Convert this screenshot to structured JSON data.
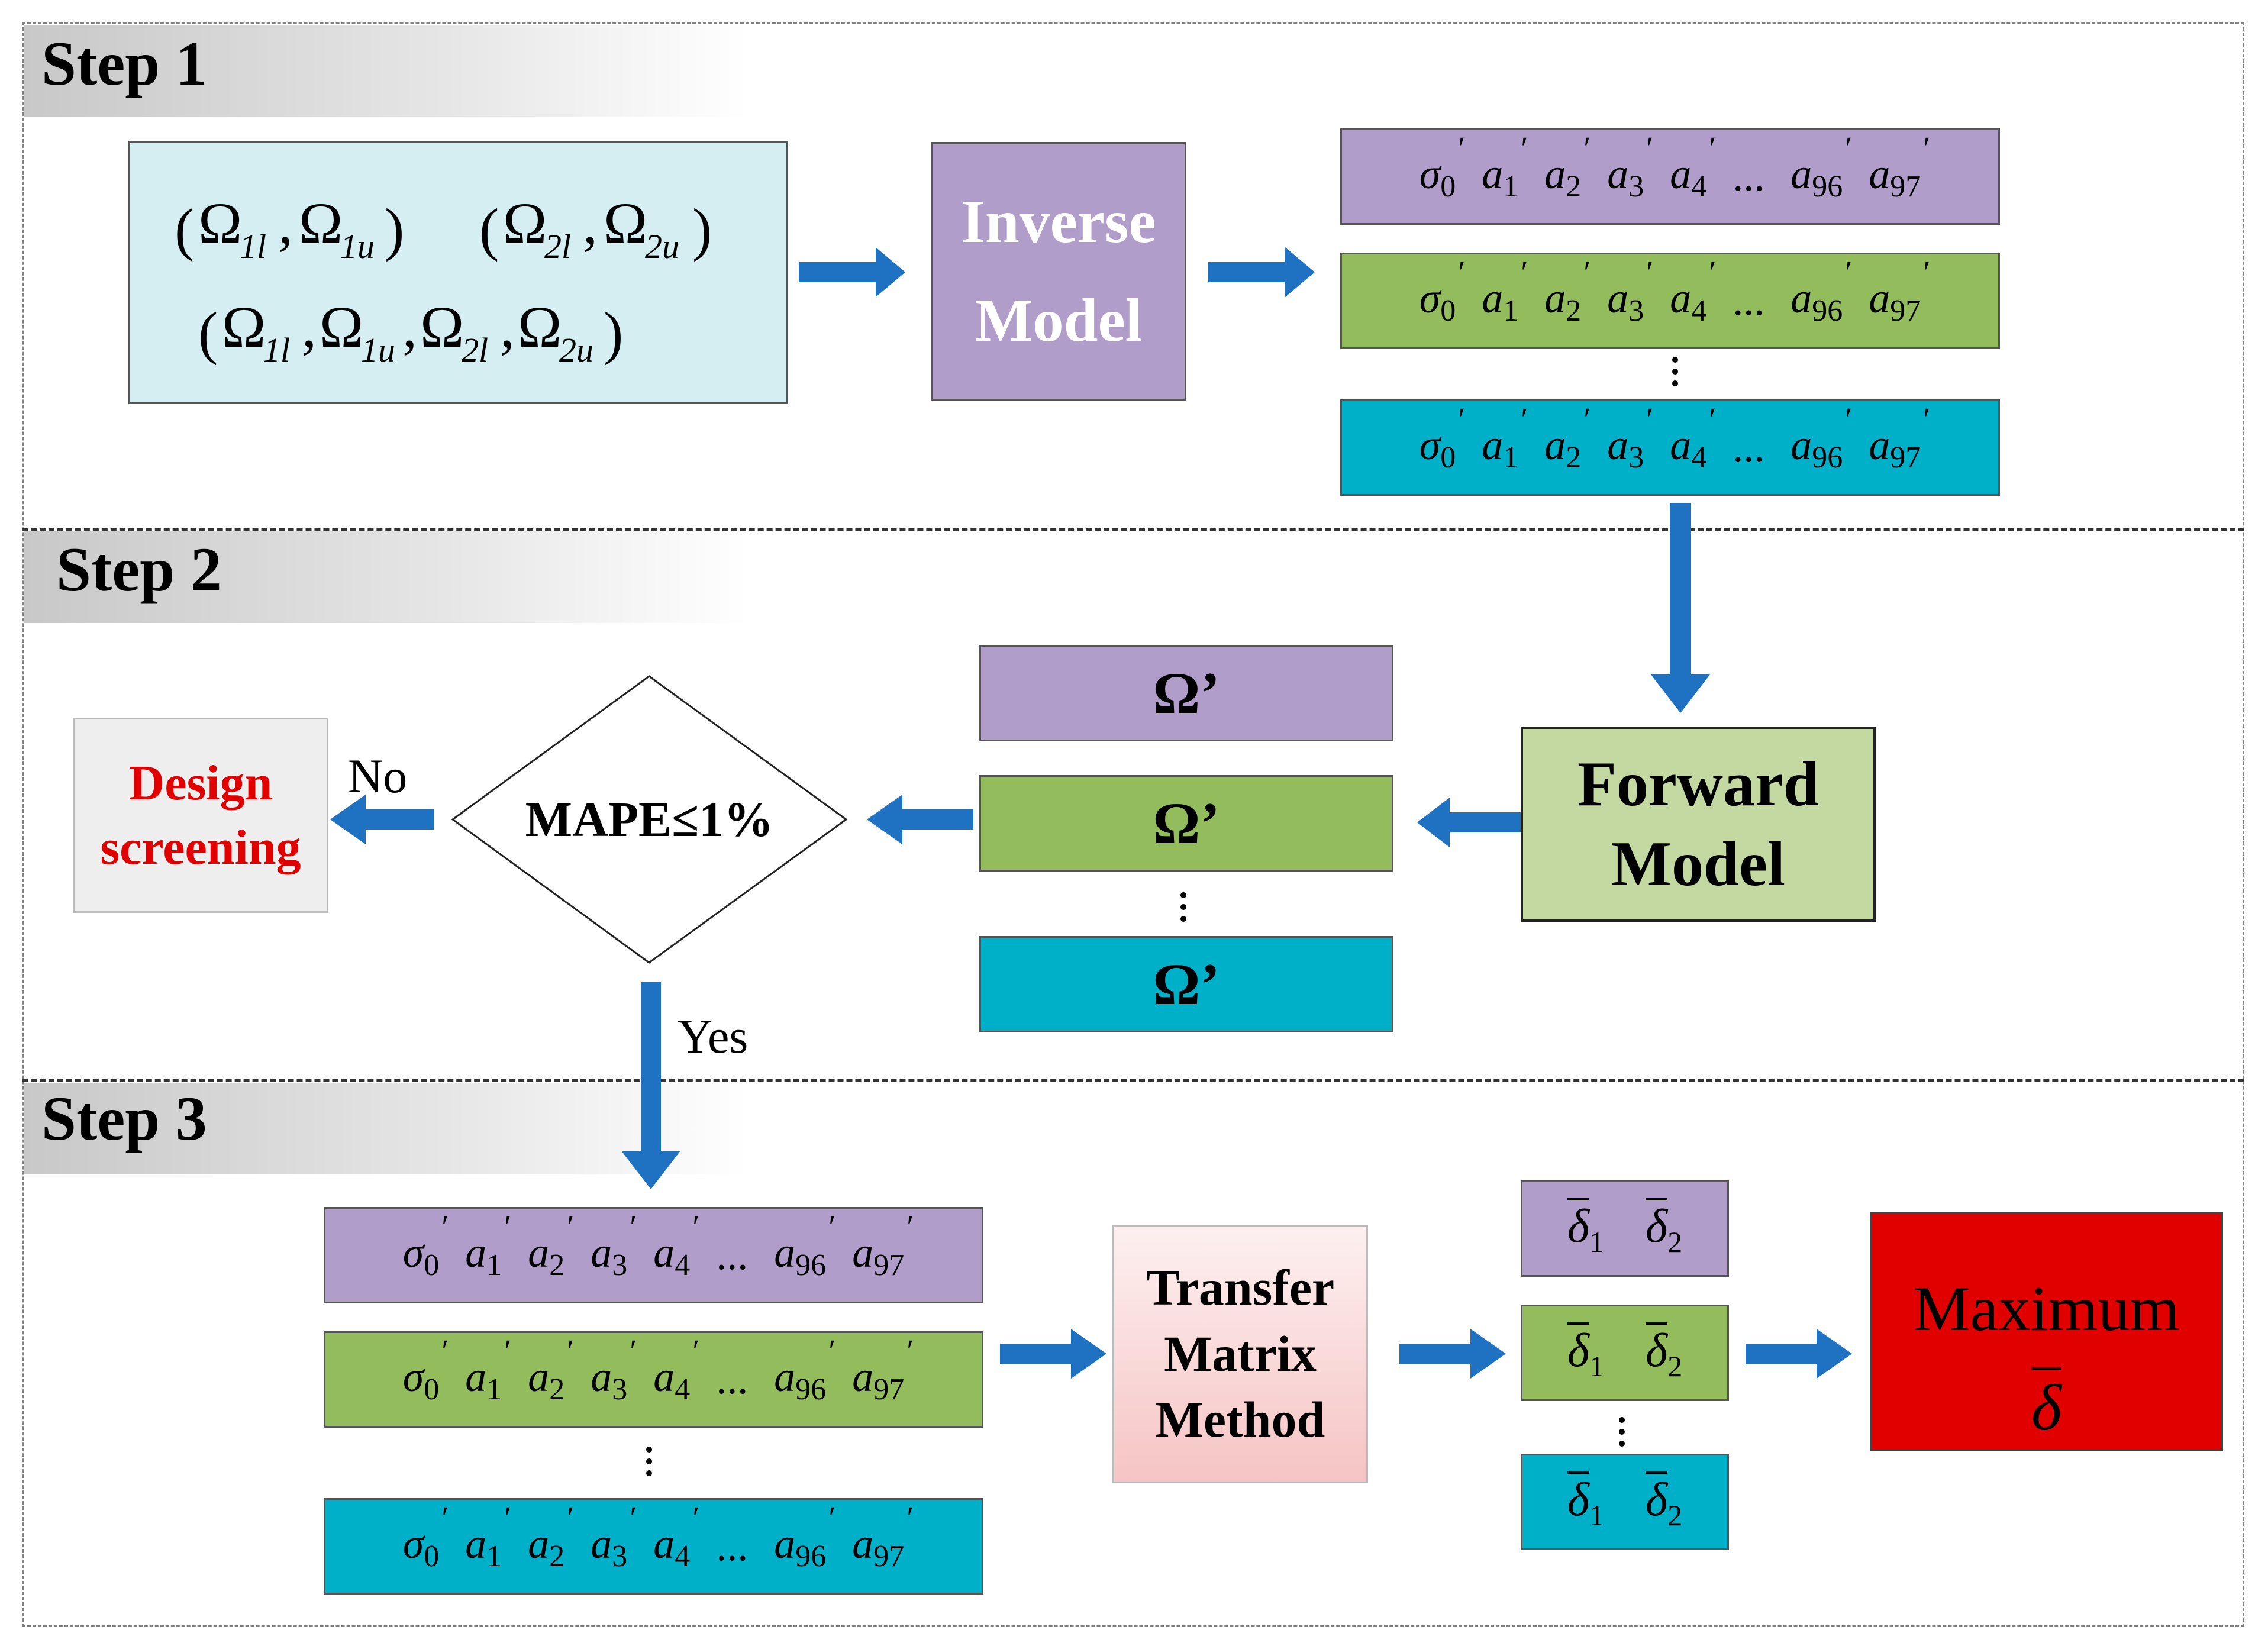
{
  "steps": {
    "step1": "Step 1",
    "step2": "Step 2",
    "step3": "Step 3"
  },
  "input_box": {
    "line1": "(Ω1l, Ω1u)  (Ω2l, Ω2u)",
    "line2": "(Ω1l, Ω1u, Ω2l, Ω2u)"
  },
  "inverse_model": {
    "line1": "Inverse",
    "line2": "Model"
  },
  "forward_model": {
    "line1": "Forward",
    "line2": "Model"
  },
  "transfer": {
    "line1": "Transfer",
    "line2": "Matrix",
    "line3": "Method"
  },
  "output_label": "Ω’",
  "decision": "MAPE≤1%",
  "design_screening": {
    "line1": "Design",
    "line2": "screening"
  },
  "branch_no": "No",
  "branch_yes": "Yes",
  "maximum": {
    "line1": "Maximum",
    "symbol": "δ"
  },
  "coefficient_row": "σ0′ a1′ a2′ a3′ a4′ ... a96′ a97′",
  "delta_row": "δ1 δ2",
  "colors": {
    "purple": "#b19dc9",
    "green": "#93bc5c",
    "teal": "#00afc8",
    "input_bg": "#d4eef2",
    "inverse_bg": "#b19dc9",
    "forward_bg": "#c3d9a1",
    "transfer_bg": "#f6c9c9",
    "screening_bg": "#eeeeee",
    "screening_text": "#e00000",
    "maximum_bg": "#e00000",
    "arrow": "#1f72c2"
  }
}
